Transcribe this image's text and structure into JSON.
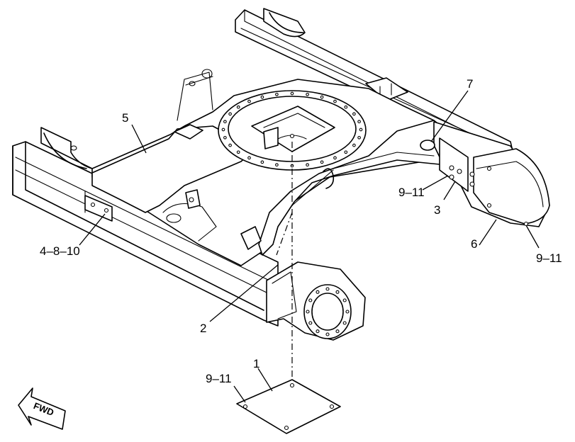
{
  "callouts": {
    "c1": "1",
    "c2": "2",
    "c3": "3",
    "c4810": "4–8–10",
    "c5": "5",
    "c6": "6",
    "c7": "7",
    "c911_upper": "9–11",
    "c911_right": "9–11",
    "c911_bottom": "9–11"
  },
  "direction_arrow": {
    "label": "FWD",
    "icon": "forward-arrow-icon"
  }
}
